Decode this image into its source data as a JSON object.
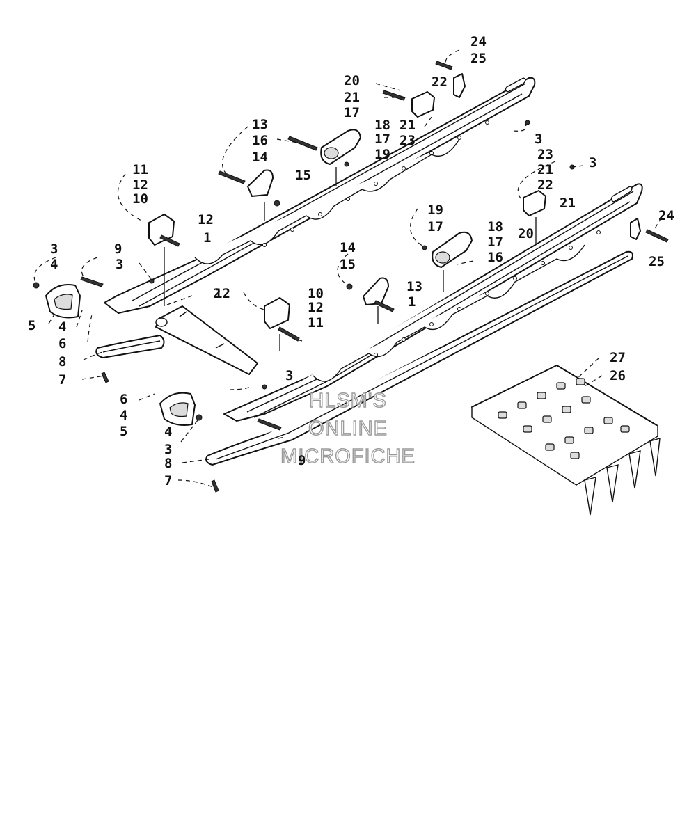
{
  "watermark": [
    "HLSM'S",
    "ONLINE",
    "MICROFICHE"
  ],
  "callouts": [
    "1",
    "2",
    "3",
    "4",
    "5",
    "6",
    "7",
    "8",
    "9",
    "10",
    "11",
    "12",
    "13",
    "14",
    "15",
    "16",
    "17",
    "18",
    "19",
    "20",
    "21",
    "22",
    "23",
    "24",
    "25",
    "26",
    "27"
  ],
  "labels": {
    "a": "1",
    "b": "1",
    "c": "2",
    "d": "3",
    "e": "3",
    "f": "3",
    "g": "3",
    "h": "3",
    "i": "3",
    "j": "4",
    "k": "4",
    "l": "4",
    "m": "4",
    "n": "5",
    "o": "5",
    "p": "6",
    "q": "6",
    "r": "7",
    "s": "7",
    "t": "8",
    "u": "8",
    "v": "9",
    "w": "9",
    "x": "10",
    "y": "10",
    "z": "11",
    "aa": "11",
    "ab": "12",
    "ac": "12",
    "ad": "12",
    "ae": "12",
    "af": "13",
    "ag": "13",
    "ah": "14",
    "ai": "14",
    "aj": "15",
    "ak": "15",
    "al": "16",
    "am": "16",
    "an": "17",
    "ao": "17",
    "ap": "17",
    "aq": "17",
    "ar": "18",
    "as": "18",
    "at": "19",
    "au": "19",
    "av": "20",
    "aw": "20",
    "ax": "21",
    "ay": "21",
    "az": "21",
    "ba": "21",
    "bb": "22",
    "bc": "22",
    "bd": "23",
    "be": "23",
    "bf": "24",
    "bg": "24",
    "bh": "25",
    "bi": "25",
    "bj": "26",
    "bk": "27"
  }
}
